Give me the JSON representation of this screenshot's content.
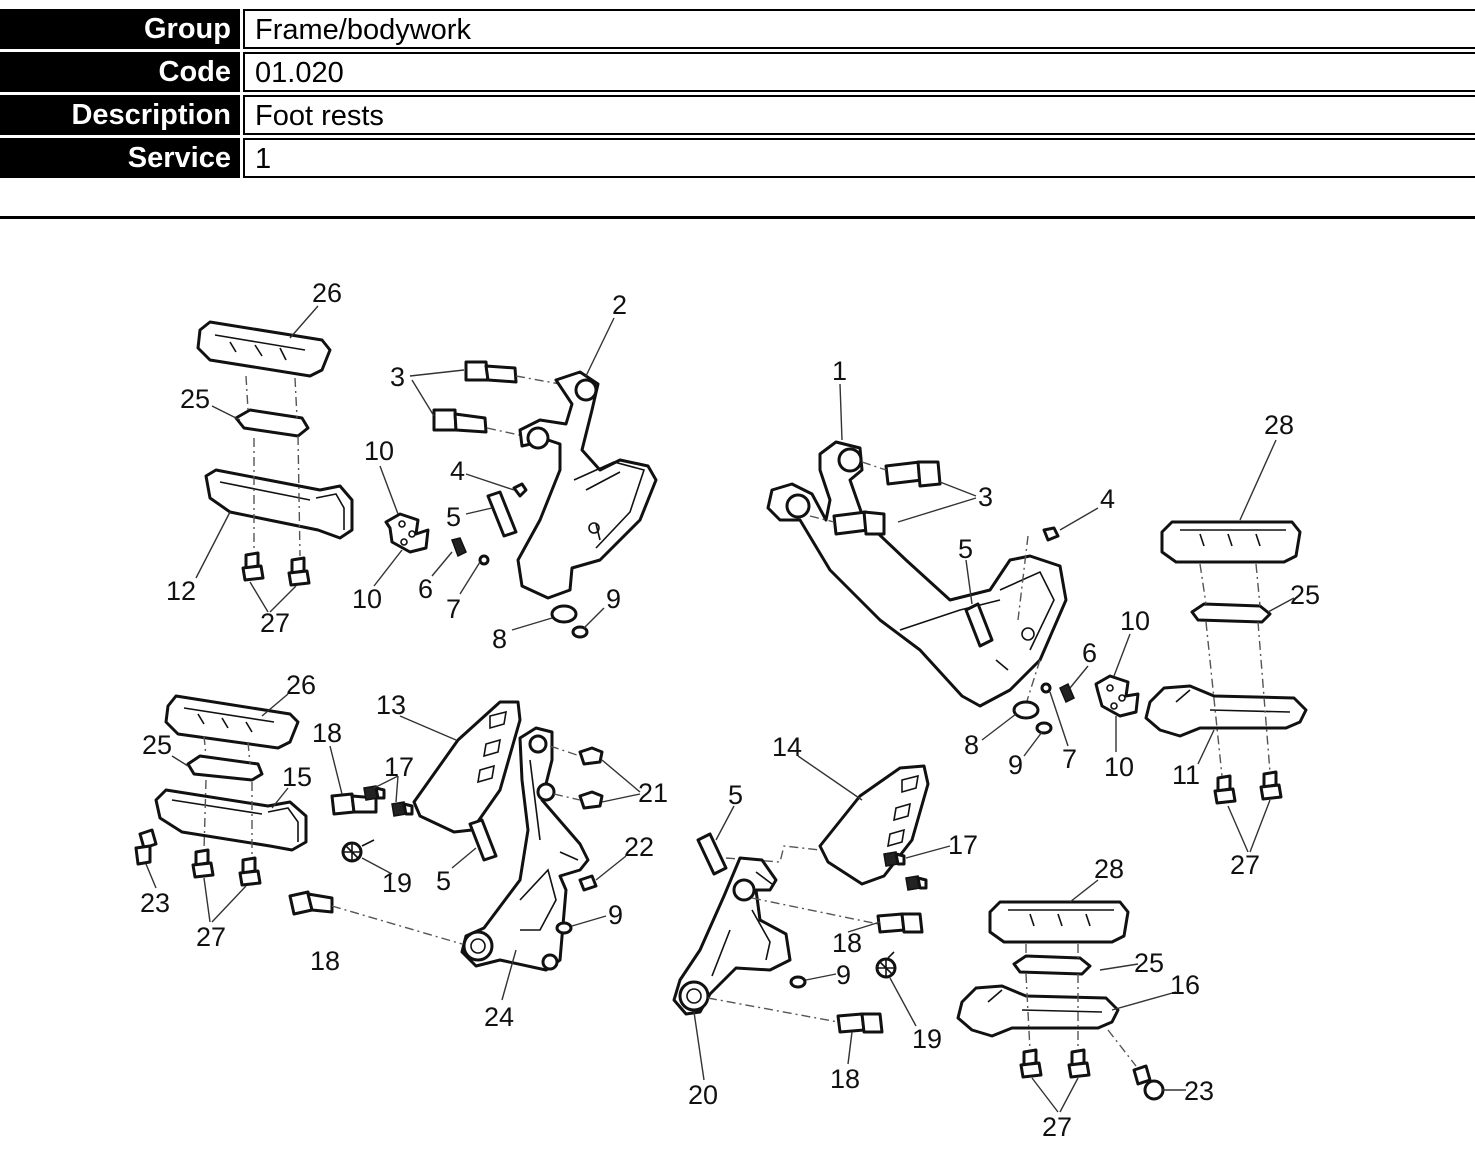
{
  "header": {
    "rows": [
      {
        "key": "Group",
        "value": "Frame/bodywork"
      },
      {
        "key": "Code",
        "value": "01.020"
      },
      {
        "key": "Description",
        "value": "Foot rests"
      },
      {
        "key": "Service",
        "value": "1"
      }
    ]
  },
  "diagram": {
    "callouts": [
      "26",
      "25",
      "12",
      "27",
      "3",
      "2",
      "10",
      "10",
      "4",
      "5",
      "6",
      "7",
      "8",
      "9",
      "1",
      "3",
      "4",
      "5",
      "28",
      "25",
      "6",
      "10",
      "10",
      "11",
      "27",
      "8",
      "9",
      "7",
      "26",
      "25",
      "15",
      "23",
      "27",
      "13",
      "18",
      "17",
      "19",
      "5",
      "18",
      "21",
      "22",
      "9",
      "24",
      "14",
      "5",
      "17",
      "18",
      "9",
      "19",
      "20",
      "18",
      "28",
      "25",
      "16",
      "23",
      "27"
    ]
  }
}
